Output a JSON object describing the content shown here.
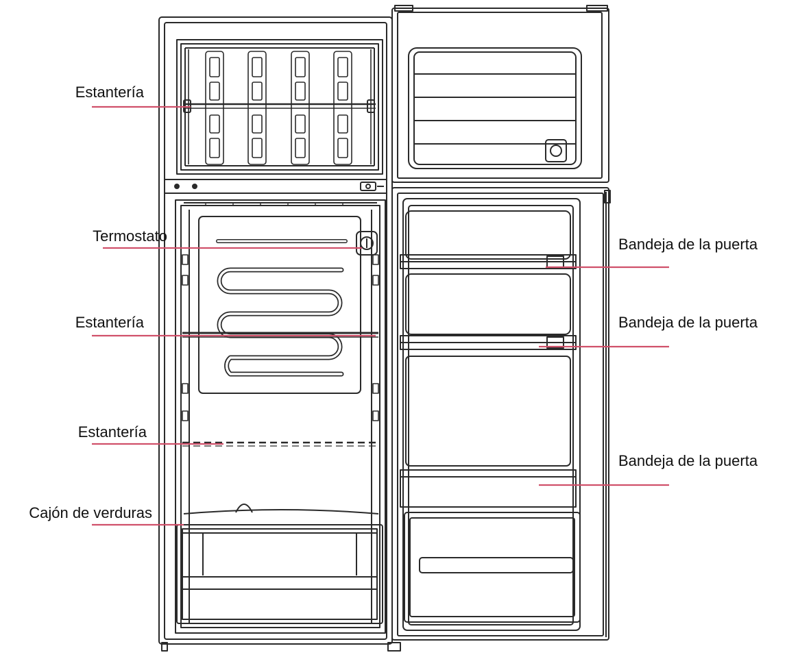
{
  "colors": {
    "line": "#2a2a2a",
    "leader": "#d0506a",
    "text": "#111111"
  },
  "labels": [
    {
      "id": "estanteria-freezer",
      "text": "Estantería",
      "side": "left",
      "part": "freezer-shelf"
    },
    {
      "id": "termostato",
      "text": "Termostato",
      "side": "left",
      "part": "thermostat"
    },
    {
      "id": "estanteria-1",
      "text": "Estantería",
      "side": "left",
      "part": "fridge-shelf-upper"
    },
    {
      "id": "estanteria-2",
      "text": "Estantería",
      "side": "left",
      "part": "fridge-shelf-lower"
    },
    {
      "id": "cajon",
      "text": "Cajón de verduras",
      "side": "left",
      "part": "crisper-drawer"
    },
    {
      "id": "bandeja-1",
      "text": "Bandeja de la puerta",
      "side": "right",
      "part": "door-tray-top"
    },
    {
      "id": "bandeja-2",
      "text": "Bandeja de la puerta",
      "side": "right",
      "part": "door-tray-middle"
    },
    {
      "id": "bandeja-3",
      "text": "Bandeja de la puerta",
      "side": "right",
      "part": "door-tray-bottom"
    }
  ]
}
